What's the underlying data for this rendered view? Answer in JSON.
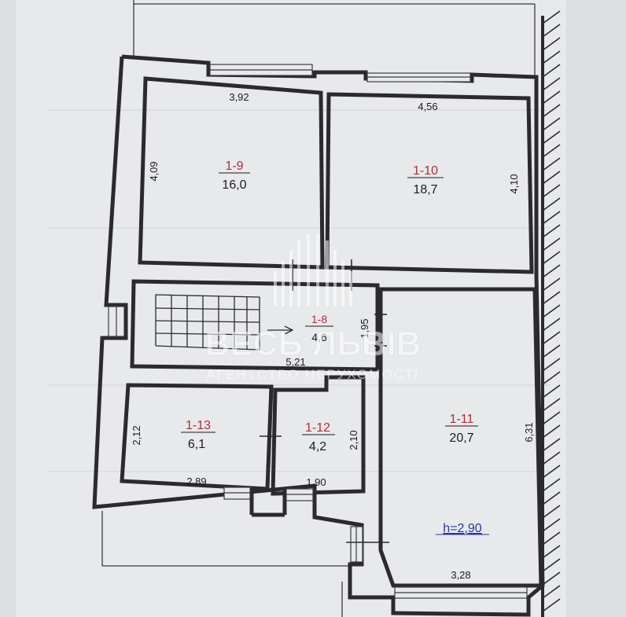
{
  "plan": {
    "rooms": [
      {
        "id": "1-9",
        "area": "16,0"
      },
      {
        "id": "1-10",
        "area": "18,7"
      },
      {
        "id": "1-8",
        "area": "4,6"
      },
      {
        "id": "1-11",
        "area": "20,7"
      },
      {
        "id": "1-13",
        "area": "6,1"
      },
      {
        "id": "1-12",
        "area": "4,2"
      }
    ],
    "dimensions": {
      "r9_top": "3,92",
      "r9_left": "4,09",
      "r10_top": "4,56",
      "r10_right": "4,10",
      "r8_bottom": "5,21",
      "r8_right": "1,95",
      "r11_right": "6,31",
      "r11_bottom": "3,28",
      "r13_left": "2,12",
      "r13_bottom": "2,89",
      "r12_right": "2,10",
      "r12_bottom": "1,90"
    },
    "ceiling_height": "h=2,90"
  },
  "watermark": {
    "brand": "ВЕСЬ ЛЬВІВ",
    "tagline": "АГЕНТСТВО НЕРУХОМОСТІ"
  },
  "colors": {
    "paper": "#eceef0",
    "wall": "#2a2a30",
    "room_number": "#b0303a",
    "height_label": "#2a36a0"
  }
}
